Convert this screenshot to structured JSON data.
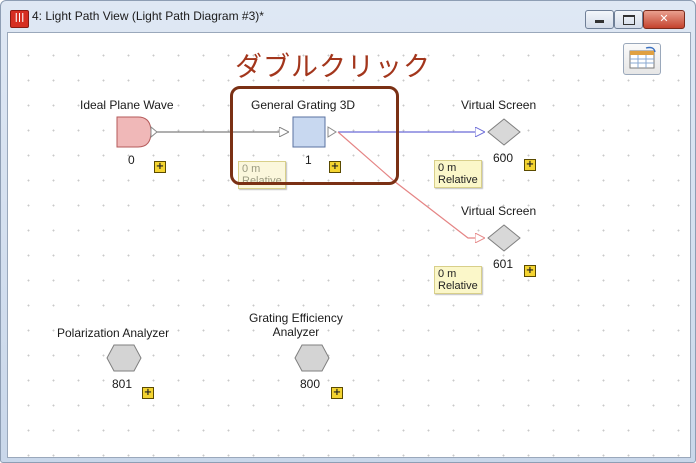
{
  "window": {
    "app_icon_text": "|||",
    "title": "4: Light Path View (Light Path Diagram #3)*",
    "buttons": {
      "minimize": "minimize",
      "maximize": "maximize",
      "close": "✕"
    }
  },
  "toolbar": {
    "table_icon": "table-icon"
  },
  "annotation": {
    "text": "ダブルクリック",
    "color": "#a3361c"
  },
  "nodes": {
    "ideal_plane_wave": {
      "label": "Ideal Plane Wave",
      "index": "0"
    },
    "general_grating": {
      "label": "General Grating 3D",
      "index": "1"
    },
    "virtual_screen_600": {
      "label": "Virtual Screen",
      "index": "600"
    },
    "virtual_screen_601": {
      "label": "Virtual Screen",
      "index": "601"
    },
    "polarization_analyzer": {
      "label": "Polarization Analyzer",
      "index": "801"
    },
    "grating_efficiency": {
      "label_line1": "Grating Efficiency",
      "label_line2": "Analyzer",
      "index": "800"
    }
  },
  "notes": {
    "grating": {
      "line1": "0 m",
      "line2": "Relative"
    },
    "screen_600": {
      "line1": "0 m",
      "line2": "Relative"
    },
    "screen_601": {
      "line1": "0 m",
      "line2": "Relative"
    }
  },
  "plus_symbol": "+",
  "colors": {
    "link_gray": "#7f7f7f",
    "link_blue": "#6b6bd8",
    "link_red": "#e58585",
    "source_fill": "#f0b8b8",
    "grating_fill": "#c8d8f0"
  }
}
